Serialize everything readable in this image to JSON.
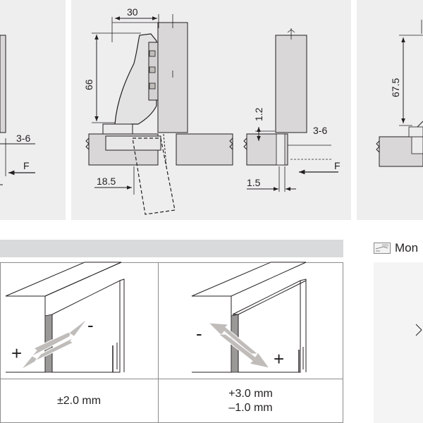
{
  "dimensions": {
    "left": {
      "overlay": "3-6",
      "force": "F"
    },
    "middle": {
      "width": "30",
      "height": "66",
      "offset": "18.5",
      "gap": "1.2",
      "overlay": "3-6",
      "margin": "1.5",
      "force": "F"
    },
    "right": {
      "height": "67.5"
    }
  },
  "section_label": "Mon",
  "adjustments": [
    {
      "plus": "+",
      "minus": "-",
      "value": "±2.0 mm"
    },
    {
      "plus": "+",
      "minus": "-",
      "value_top": "+3.0 mm",
      "value_bottom": "–1.0 mm"
    }
  ],
  "colors": {
    "panel": "#eeeeef",
    "cabinet": "#d9d7d8",
    "arrow": "#bfbcba",
    "line": "#231f20"
  }
}
